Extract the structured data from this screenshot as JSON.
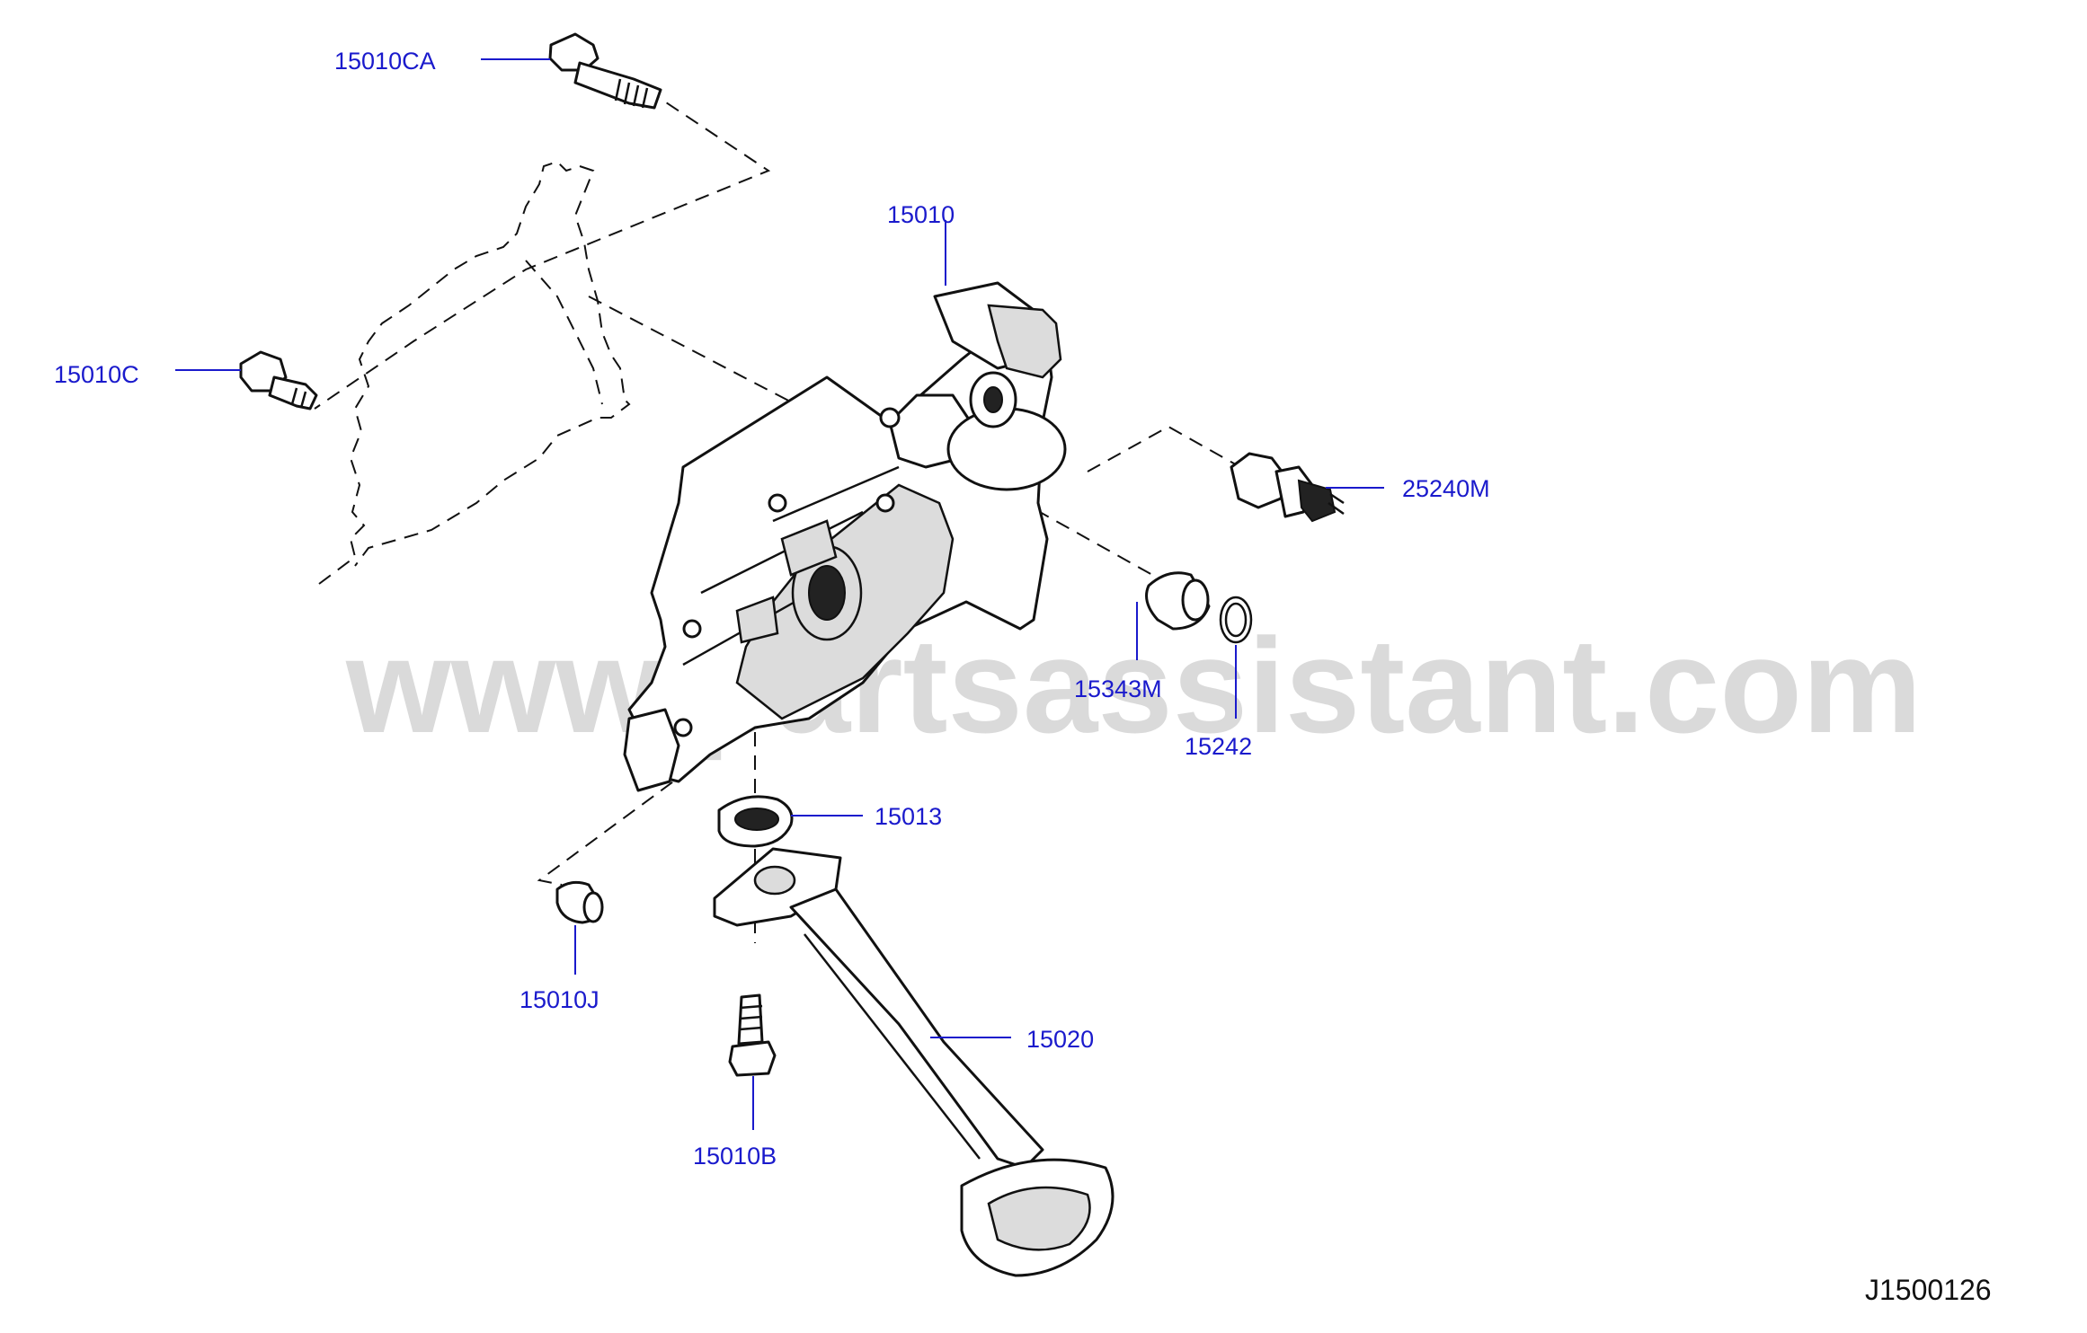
{
  "diagram_code": "J1500126",
  "watermark": "www.partsassistant.com",
  "callouts": {
    "p15010CA": "15010CA",
    "p15010C": "15010C",
    "p15010": "15010",
    "p25240M": "25240M",
    "p15343M": "15343M",
    "p15242": "15242",
    "p15013": "15013",
    "p15010J": "15010J",
    "p15020": "15020",
    "p15010B": "15010B"
  },
  "colors": {
    "callout_text": "#1a1acc",
    "line_art": "#111111",
    "watermark": "#bdbdbd"
  }
}
